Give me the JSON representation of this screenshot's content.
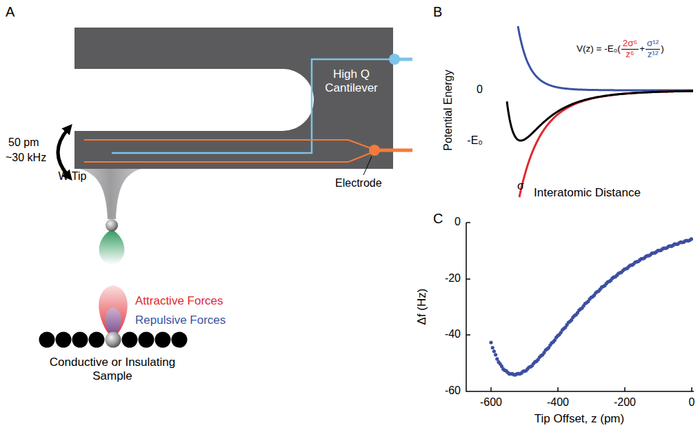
{
  "diagram": {
    "labels": [
      "A",
      "50 pm",
      "~30 kHz",
      "High Q Cantilever",
      "W Tip",
      "Electrode",
      "Attractive Forces",
      "Repulsive Forces",
      "Conductive or Insulating Sample",
      "B",
      "Potential Energy",
      "0",
      "-E₀",
      "σ",
      "Interatomic Distance",
      "V(z) = -E₀(",
      "2σ⁶",
      "z⁶",
      "+",
      "σ¹²",
      "z¹²",
      ")",
      "C",
      "0",
      "-20",
      "-40",
      "-60",
      "-600",
      "-400",
      "-200",
      "0",
      "Δf (Hz)",
      "Tip Offset, z (pm)"
    ]
  }
}
